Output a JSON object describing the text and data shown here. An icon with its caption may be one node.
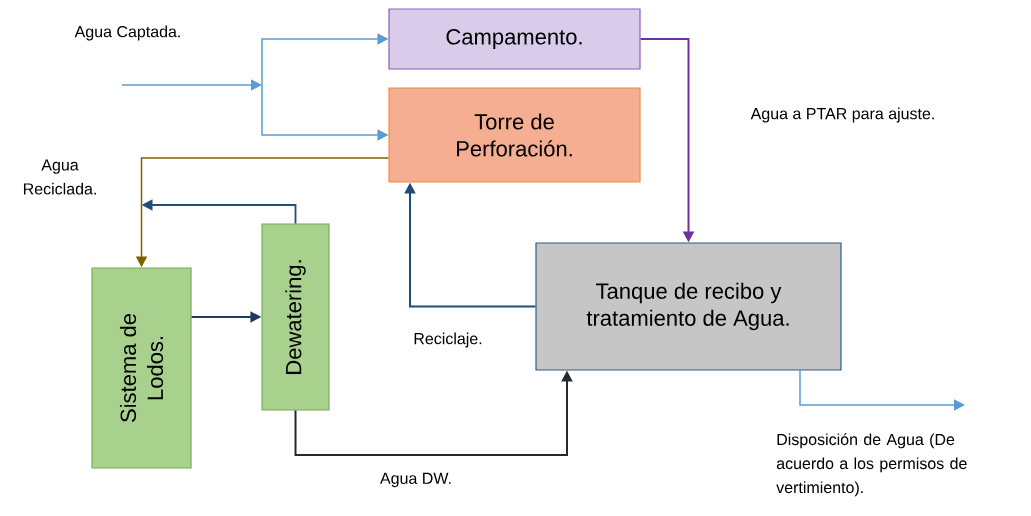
{
  "diagram": {
    "nodes": [
      {
        "text": [
          "Campamento."
        ]
      },
      {
        "text": [
          "Torre de Perforación."
        ]
      },
      {
        "text": [
          "Sistema de Lodos."
        ]
      },
      {
        "text": [
          "Dewatering."
        ]
      },
      {
        "text": [
          "Tanque de recibo y tratamiento de Agua."
        ]
      }
    ],
    "edges": [
      {
        "from": null,
        "to": 0,
        "arrow": "to",
        "color": "#5b9bd5"
      },
      {
        "from": null,
        "to": 1,
        "arrow": "to",
        "color": "#5b9bd5"
      },
      {
        "from": 1,
        "to": 2,
        "arrow": "to",
        "label": "Agua Reciclada.",
        "color": "#7f6000"
      },
      {
        "from": 3,
        "to": 2,
        "arrow": "to",
        "color": "#1f4e79"
      },
      {
        "from": 2,
        "to": 3,
        "arrow": "to",
        "color": "#1f3864"
      },
      {
        "from": 4,
        "to": 1,
        "arrow": "to",
        "label": "Reciclaje.",
        "color": "#1f4e79"
      },
      {
        "from": 0,
        "to": 4,
        "arrow": "to",
        "label": "Agua a PTAR para ajuste.",
        "color": "#7030a0"
      },
      {
        "from": 3,
        "to": 4,
        "arrow": "to",
        "label": "Agua DW.",
        "color": "#222a35"
      },
      {
        "from": 4,
        "to": null,
        "arrow": "to",
        "label": "Disposición  de Agua (De acuerdo a los permisos de vertimiento).",
        "color": "#5b9bd5"
      }
    ],
    "labels": [
      "Agua Captada."
    ]
  }
}
